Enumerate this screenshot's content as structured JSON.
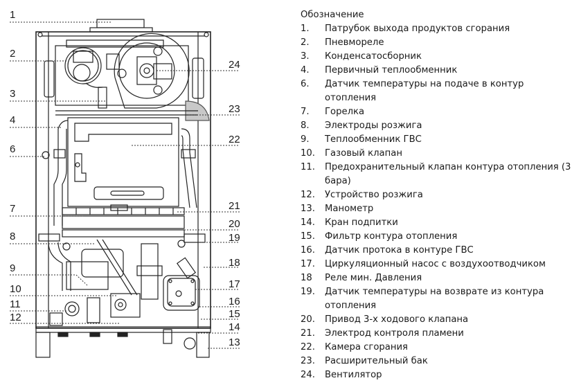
{
  "diagram": {
    "title": "Boiler internal components diagram",
    "callouts_left": [
      "1",
      "2",
      "3",
      "4",
      "6",
      "7",
      "8",
      "9",
      "10",
      "11",
      "12"
    ],
    "callouts_right": [
      "24",
      "23",
      "22",
      "21",
      "20",
      "19",
      "18",
      "17",
      "16",
      "15",
      "14",
      "13"
    ],
    "accent_color": "#c8c8c8"
  },
  "legend": {
    "title": "Обозначение",
    "items": [
      {
        "num": "1.",
        "text": "Патрубок выхода продуктов сгорания"
      },
      {
        "num": "2.",
        "text": "Пневмореле"
      },
      {
        "num": "3.",
        "text": "Конденсатосборник"
      },
      {
        "num": "4.",
        "text": "Первичный теплообменник"
      },
      {
        "num": "6.",
        "text": "Датчик температуры на подаче в контур отопления"
      },
      {
        "num": "7.",
        "text": "Горелка"
      },
      {
        "num": "8.",
        "text": "Электроды розжига"
      },
      {
        "num": "9.",
        "text": "Теплообменник ГВС"
      },
      {
        "num": "10.",
        "text": "Газовый клапан"
      },
      {
        "num": "11.",
        "text": "Предохранительный клапан контура отопления (3 бара)"
      },
      {
        "num": "12.",
        "text": "Устройство розжига"
      },
      {
        "num": "13.",
        "text": "Манометр"
      },
      {
        "num": "14.",
        "text": "Кран подпитки"
      },
      {
        "num": "15.",
        "text": "Фильтр контура отопления"
      },
      {
        "num": "16.",
        "text": "Датчик протока в контуре  ГВС"
      },
      {
        "num": "17.",
        "text": "Циркуляционный насос с воздухоотводчиком"
      },
      {
        "num": "18",
        "text": "Реле мин. Давления"
      },
      {
        "num": "19.",
        "text": "Датчик температуры на возврате из контура отопления"
      },
      {
        "num": "20.",
        "text": "Привод 3-х ходового клапана"
      },
      {
        "num": "21.",
        "text": "Электрод контроля пламени"
      },
      {
        "num": "22.",
        "text": "Камера сгорания"
      },
      {
        "num": "23.",
        "text": "Расширительный бак"
      },
      {
        "num": "24.",
        "text": "Вентилятор"
      }
    ]
  }
}
